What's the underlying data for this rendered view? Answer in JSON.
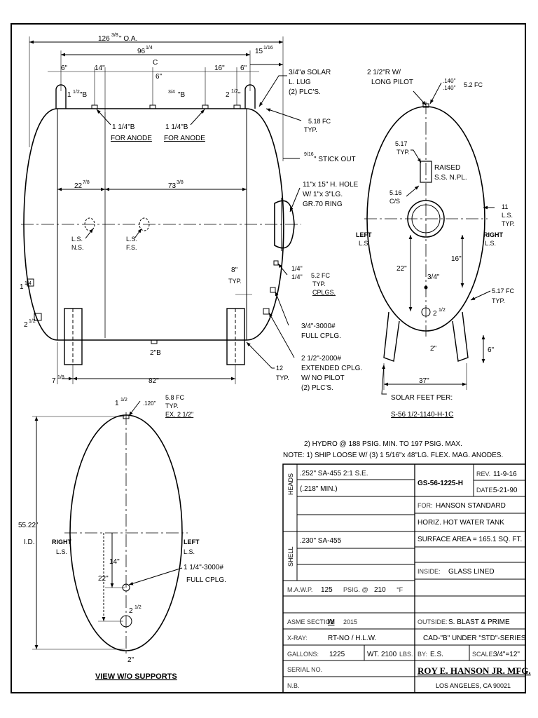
{
  "overall_length": "126",
  "overall_length_frac": "3/8",
  "overall_length_suffix": "\" O.A.",
  "dim_96": "96",
  "dim_96_frac": "1/4",
  "dim_15": "15",
  "dim_15_frac": "1/16",
  "dim_6_left": "6\"",
  "dim_14_top": "14\"",
  "dim_6_mid": "6\"",
  "dim_16_top": "16\"",
  "dim_6_right": "6\"",
  "cl_mark": "C",
  "dim_1_5": "1",
  "dim_1_5_frac": "1/2",
  "dim_1_5_suffix": "\"B",
  "dim_3_4b": "3/4",
  "dim_3_4b_suffix": "\"B",
  "dim_2_5": "2",
  "dim_2_5_frac": "1/2",
  "dim_2_5_suffix": "\"",
  "solar_lug": [
    "3/4\"ø SOLAR",
    "L. LUG",
    "(2) PLC'S."
  ],
  "weld_518": "5.18 FC",
  "weld_518_typ": "TYP.",
  "anode1": "1 1/4\"B",
  "anode1_sub": "FOR ANODE",
  "anode2": "1 1/4\"B",
  "anode2_sub": "FOR ANODE",
  "stick_out_frac": "9/16",
  "stick_out": "\" STICK OUT",
  "dim_22": "22",
  "dim_22_frac": "7/8",
  "dim_73": "73",
  "dim_73_frac": "3/8",
  "hole": [
    "11\"x 15\" H. HOLE",
    "W/ 1\"x 3\"LG.",
    "GR.70 RING"
  ],
  "ls_ns": [
    "L.S.",
    "N.S."
  ],
  "ls_fs": [
    "L.S.",
    "F.S."
  ],
  "cplg_top": "1/4\"",
  "cplg_bot": "1/4\"",
  "weld_52": "5.2 FC",
  "weld_52_typ": "TYP.",
  "weld_52_cplg": "CPLGS.",
  "dim_8": "8\"",
  "dim_8_typ": "TYP.",
  "dim_1_4": "1",
  "dim_1_4_frac": "1/4",
  "dim_2_left": "2",
  "dim_2_left_frac": "1/2",
  "cplg_3000": [
    "3/4\"-3000#",
    "FULL CPLG."
  ],
  "cplg_2000": [
    "2 1/2\"-2000#",
    "EXTENDED CPLG.",
    "W/ NO PILOT",
    "(2) PLC'S."
  ],
  "dim_2b": "2\"B",
  "dim_7": "7",
  "dim_7_frac": "1/8",
  "dim_82": "82\"",
  "weld_12": "12",
  "weld_12_typ": "TYP.",
  "end_pilot": [
    "2 1/2\"R W/",
    "LONG PILOT"
  ],
  "end_140a": ".140\"",
  "end_140b": ".140\"",
  "end_52fc": "5.2 FC",
  "end_517": "5.17",
  "end_517_typ": "TYP.",
  "end_npl": [
    "RAISED",
    "S.S. N.PL."
  ],
  "end_516": "5.16",
  "end_516_cs": "C/S",
  "end_11ls": [
    "11",
    "L.S.",
    "TYP."
  ],
  "end_left": [
    "LEFT",
    "L.S."
  ],
  "end_right": [
    "RIGHT",
    "L.S."
  ],
  "end_16": "16\"",
  "end_22": "22\"",
  "end_3_4": "3/4\"",
  "end_517b": "5.17 FC",
  "end_517b_typ": "TYP.",
  "end_2_5": "2",
  "end_2_5_frac": "1/2",
  "end_2": "2\"",
  "end_6": "6\"",
  "end_37": "37\"",
  "solar_feet": [
    "SOLAR FEET PER:",
    "S-56 1/2-1140-H-1C"
  ],
  "v3_1_5": "1",
  "v3_1_5_frac": "1/2",
  "v3_120": ".120\"",
  "v3_58fc": [
    "5.8 FC",
    "TYP.",
    "EX. 2 1/2\""
  ],
  "v3_id": [
    "55.22\"",
    "I.D."
  ],
  "v3_right": [
    "RIGHT",
    "L.S."
  ],
  "v3_left": [
    "LEFT",
    "L.S."
  ],
  "v3_14": "14\"",
  "v3_22": "22\"",
  "v3_cplg": [
    "1 1/4\"-3000#",
    "FULL CPLG."
  ],
  "v3_2_5": "2",
  "v3_2_5_frac": "1/2",
  "v3_2": "2\"",
  "v3_title": "VIEW W/O SUPPORTS",
  "note2": "2) HYDRO @ 188 PSIG. MIN. TO 197 PSIG. MAX.",
  "note1": "NOTE: 1) SHIP LOOSE W/ (3) 1 5/16\"x 48\"LG. FLEX. MAG. ANODES.",
  "tb": {
    "heads_label": "HEADS",
    "shell_label": "SHELL",
    "heads_spec": ".252\" SA-455   2:1 S.E.",
    "heads_min": "(.218\" MIN.)",
    "shell_spec": ".230\" SA-455",
    "mawp_label": "M.A.W.P.",
    "mawp": "125",
    "psig_label": "PSIG. @",
    "temp": "210",
    "temp_unit": "°F",
    "asme_label": "ASME SECTION",
    "asme_sec": "IV",
    "asme_year": "2015",
    "xray_label": "X-RAY:",
    "xray": "RT-NO / H.L.W.",
    "gallons_label": "GALLONS:",
    "gallons": "1225",
    "wt_label": "WT.",
    "wt": "2100",
    "wt_unit": "LBS.",
    "serial_label": "SERIAL NO.",
    "nb_label": "N.B.",
    "drawing_no": "GS-56-1225-H",
    "rev_label": "REV.",
    "rev": "11-9-16",
    "date_label": "DATE:",
    "date": "5-21-90",
    "for_label": "FOR:",
    "for": "HANSON STANDARD",
    "desc": "HORIZ. HOT WATER TANK",
    "surface": "SURFACE AREA = 165.1 SQ. FT.",
    "inside_label": "INSIDE:",
    "inside": "GLASS LINED",
    "outside_label": "OUTSIDE:",
    "outside": "S. BLAST & PRIME",
    "cad": "CAD-\"B\" UNDER \"STD\"-SERIES",
    "by_label": "BY:",
    "by": "E.S.",
    "scale_label": "SCALE:",
    "scale": "3/4\"=12\"",
    "company": "ROY E. HANSON JR. MFG.",
    "city": "LOS ANGELES, CA 90021"
  }
}
